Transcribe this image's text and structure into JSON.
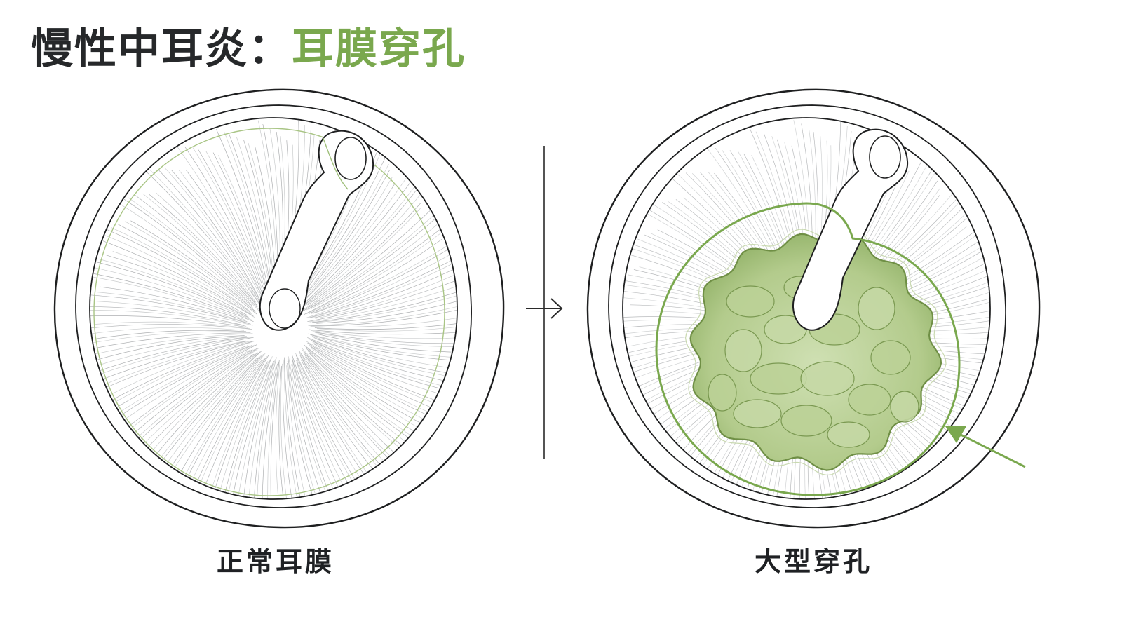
{
  "title": {
    "main": "慢性中耳炎：",
    "accent": "耳膜穿孔"
  },
  "panels": {
    "left": {
      "label": "正常耳膜"
    },
    "right": {
      "label": "大型穿孔"
    }
  },
  "colors": {
    "ink": "#26282a",
    "accent": "#7aa84e",
    "perforation_fill": "#b9cf95",
    "perforation_dark": "#7f9f55"
  }
}
